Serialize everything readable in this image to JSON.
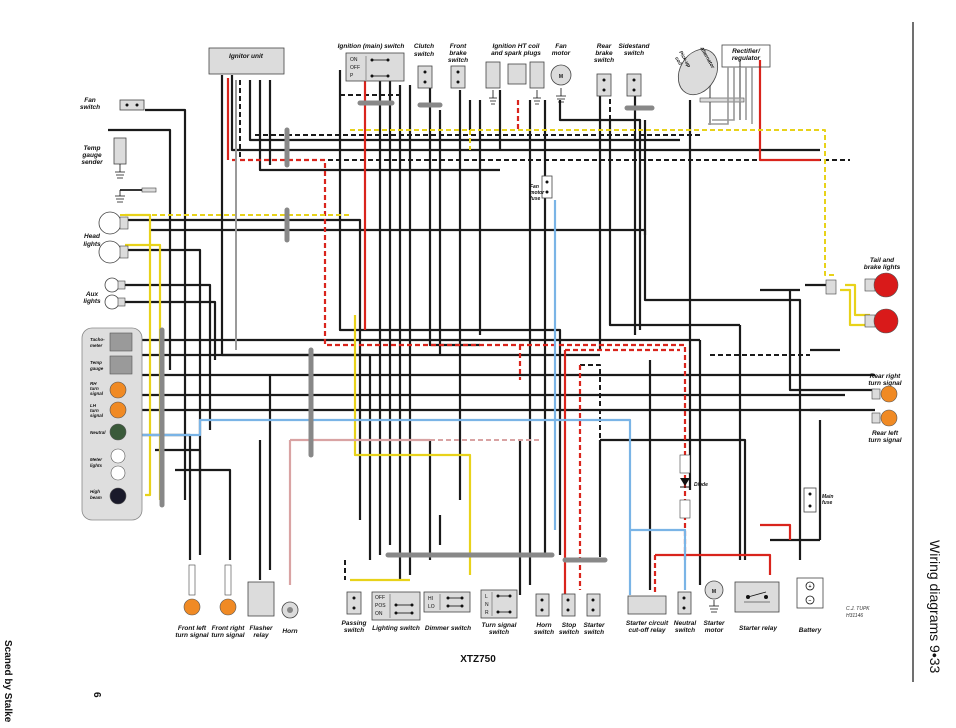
{
  "diagram": {
    "title": "XTZ750",
    "side_caption": "Wiring diagrams  9•33",
    "scan_credit": "Scaned by Stalke",
    "page_number": "6",
    "artist_credit": "C.J. TUPK",
    "artist_ref": "H31146",
    "colors": {
      "black": "#1a1a1a",
      "red": "#d9241c",
      "yellow": "#e8d21a",
      "blue": "#7ab4e6",
      "grey": "#9a9a9a",
      "pink": "#d9a3a3",
      "bulb_red": "#d91a1a",
      "bulb_amber": "#f08a24",
      "bulb_green": "#3a5a3a",
      "panel": "#dedede"
    },
    "labels": {
      "ignitor_unit": "Ignitor unit",
      "ignition_switch": "Ignition (main) switch",
      "clutch_switch_1": "Clutch",
      "clutch_switch_2": "switch",
      "front_brake_1": "Front",
      "front_brake_2": "brake",
      "front_brake_3": "switch",
      "ignition_ht_1": "Ignition HT  coil",
      "ignition_ht_2": "and spark plugs",
      "fan_motor_1": "Fan",
      "fan_motor_2": "motor",
      "rear_brake_1": "Rear",
      "rear_brake_2": "brake",
      "rear_brake_3": "switch",
      "sidestand_1": "Sidestand",
      "sidestand_2": "switch",
      "alternator": "Alternator",
      "pickup_coil_1": "Pick-up",
      "pickup_coil_2": "coil",
      "rectifier_1": "Rectifier/",
      "rectifier_2": "regulator",
      "fan_switch_1": "Fan",
      "fan_switch_2": "switch",
      "temp_sender_1": "Temp",
      "temp_sender_2": "gauge",
      "temp_sender_3": "sender",
      "head_lights_1": "Head",
      "head_lights_2": "lights",
      "aux_lights_1": "Aux",
      "aux_lights_2": "lights",
      "tachometer_1": "Tacho-",
      "tachometer_2": "meter",
      "temp_gauge_1": "Temp",
      "temp_gauge_2": "gauge",
      "rh_turn_1": "RH",
      "rh_turn_2": "turn",
      "rh_turn_3": "signal",
      "lh_turn_1": "LH",
      "lh_turn_2": "turn",
      "lh_turn_3": "signal",
      "neutral": "Neutral",
      "meter_lights_1": "Meter",
      "meter_lights_2": "lights",
      "high_beam_1": "High",
      "high_beam_2": "beam",
      "fan_motor_fuse_1": "Fan",
      "fan_motor_fuse_2": "motor",
      "fan_motor_fuse_3": "fuse",
      "tail_brake_1": "Tail and",
      "tail_brake_2": "brake lights",
      "rear_right_1": "Rear right",
      "rear_right_2": "turn signal",
      "rear_left_1": "Rear left",
      "rear_left_2": "turn signal",
      "diode": "Diode",
      "main_fuse_1": "Main",
      "main_fuse_2": "fuse",
      "front_left_1": "Front left",
      "front_left_2": "turn signal",
      "front_right_1": "Front right",
      "front_right_2": "turn signal",
      "flasher_1": "Flasher",
      "flasher_2": "relay",
      "horn": "Horn",
      "passing_1": "Passing",
      "passing_2": "switch",
      "lighting_switch": "Lighting switch",
      "dimmer_switch": "Dimmer switch",
      "turn_switch_1": "Turn signal",
      "turn_switch_2": "switch",
      "horn_switch_1": "Horn",
      "horn_switch_2": "switch",
      "stop_switch_1": "Stop",
      "stop_switch_2": "switch",
      "starter_switch_1": "Starter",
      "starter_switch_2": "switch",
      "cutoff_1": "Starter circuit",
      "cutoff_2": "cut-off relay",
      "neutral_switch_1": "Neutral",
      "neutral_switch_2": "switch",
      "starter_motor_1": "Starter",
      "starter_motor_2": "motor",
      "starter_relay": "Starter relay",
      "battery": "Battery"
    },
    "switch_positions": {
      "ignition": [
        "ON",
        "OFF",
        "P"
      ],
      "lighting": [
        "OFF",
        "POS",
        "ON"
      ],
      "dimmer": [
        "HI",
        "LO"
      ],
      "turn": [
        "L",
        "N",
        "R"
      ]
    }
  }
}
